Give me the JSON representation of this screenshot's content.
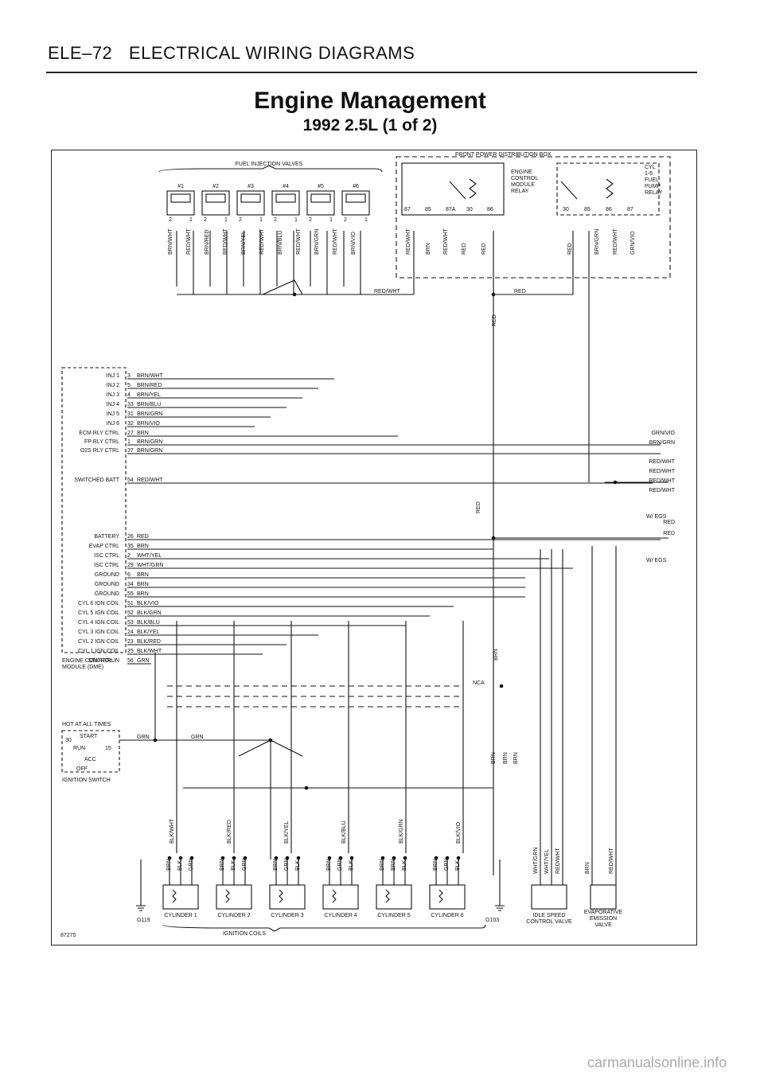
{
  "header": {
    "code": "ELE–72",
    "section": "ELECTRICAL WIRING DIAGRAMS"
  },
  "title": {
    "main": "Engine Management",
    "sub": "1992 2.5L (1 of 2)"
  },
  "figure_id": "87275",
  "watermark": "carmanualsonline.info",
  "labels": {
    "front_box": "FRONT POWER DISTRIBUTION BOX",
    "fuel_valves": "FUEL INJECTION VALVES",
    "ecm_relay": [
      "ENGINE",
      "CONTROL",
      "MODULE",
      "RELAY"
    ],
    "fuel_relay": [
      "CYL",
      "1-6",
      "FUEL",
      "PUMP",
      "RELAY"
    ],
    "injectors": [
      "#1",
      "#2",
      "#3",
      "#4",
      "#5",
      "#6"
    ],
    "ecm_module": [
      "ENGINE CONTROL",
      "MODULE (DME)"
    ],
    "ign_switch": [
      "HOT AT ALL TIMES",
      "IGNITION SWITCH"
    ],
    "switch_pos": [
      "30",
      "START",
      "RUN",
      "15",
      "ACC",
      "OFF"
    ],
    "ignition_coils": "IGNITION COILS",
    "cylinders": [
      "CYLINDER 1",
      "CYLINDER 2",
      "CYLINDER 3",
      "CYLINDER 4",
      "CYLINDER 5",
      "CYLINDER 6"
    ],
    "grounds": [
      "G119",
      "G103"
    ],
    "idle_valve": [
      "IDLE SPEED",
      "CONTROL VALVE"
    ],
    "evap_valve": [
      "EVAPORATIVE",
      "EMISSION",
      "VALVE"
    ],
    "w_egs": "W/ EGS",
    "nca": "NCA"
  },
  "ecm_pins": [
    {
      "name": "INJ 1",
      "pin": "3",
      "wire": "BRN/WHT"
    },
    {
      "name": "INJ 2",
      "pin": "5",
      "wire": "BRN/RED"
    },
    {
      "name": "INJ 3",
      "pin": "4",
      "wire": "BRN/YEL"
    },
    {
      "name": "INJ 4",
      "pin": "33",
      "wire": "BRN/BLU"
    },
    {
      "name": "INJ 5",
      "pin": "31",
      "wire": "BRN/GRN"
    },
    {
      "name": "INJ 6",
      "pin": "32",
      "wire": "BRN/VIO"
    },
    {
      "name": "ECM RLY CTRL",
      "pin": "27",
      "wire": "BRN"
    },
    {
      "name": "FP RLY CTRL",
      "pin": "1",
      "wire": "BRN/GRN"
    },
    {
      "name": "O2S RLY CTRL",
      "pin": "37",
      "wire": "BRN/GRN"
    },
    {
      "name": "SWITCHED BATT",
      "pin": "54",
      "wire": "RED/WHT"
    },
    {
      "name": "BATTERY",
      "pin": "26",
      "wire": "RED"
    },
    {
      "name": "EVAP CTRL",
      "pin": "35",
      "wire": "BRN"
    },
    {
      "name": "ISC CTRL",
      "pin": "2",
      "wire": "WHT/YEL"
    },
    {
      "name": "ISC CTRL",
      "pin": "29",
      "wire": "WHT/GRN"
    },
    {
      "name": "GROUND",
      "pin": "6",
      "wire": "BRN"
    },
    {
      "name": "GROUND",
      "pin": "34",
      "wire": "BRN"
    },
    {
      "name": "GROUND",
      "pin": "55",
      "wire": "BRN"
    },
    {
      "name": "CYL 6 IGN COIL",
      "pin": "51",
      "wire": "BLK/VIO"
    },
    {
      "name": "CYL 5 IGN COIL",
      "pin": "52",
      "wire": "BLK/GRN"
    },
    {
      "name": "CYL 4 IGN COIL",
      "pin": "53",
      "wire": "BLK/BLU"
    },
    {
      "name": "CYL 3 IGN COIL",
      "pin": "24",
      "wire": "BLK/YEL"
    },
    {
      "name": "CYL 2 IGN COIL",
      "pin": "23",
      "wire": "BLK/RED"
    },
    {
      "name": "CYL 1 IGN COIL",
      "pin": "25",
      "wire": "BLK/WHT"
    },
    {
      "name": "START/RUN",
      "pin": "56",
      "wire": "GRN"
    }
  ],
  "right_wires": [
    "GRN/VIO",
    "BRN/GRN",
    "RED/WHT",
    "RED/WHT",
    "RED/WHT",
    "RED/WHT",
    "RED",
    "RED"
  ],
  "bus_labels": [
    "RED/WHT",
    "RED",
    "RED",
    "RED",
    "BRN",
    "BRN",
    "BRN",
    "BRN",
    "GRN",
    "GRN"
  ],
  "inj_wires": [
    "BRN/WHT",
    "RED/WHT",
    "BRN/RED",
    "RED/WHT",
    "BRN/YEL",
    "RED/WHT",
    "BRN/BLU",
    "RED/WHT",
    "BRN/GRN",
    "RED/WHT",
    "BRN/VIO"
  ],
  "relay_wires": [
    "RED/WHT",
    "BRN",
    "RED/WHT",
    "RED",
    "RED",
    "RED",
    "BRN/GRN",
    "RED/WHT",
    "GRN/VIO"
  ],
  "relay_pins_a": [
    "87",
    "85",
    "87A",
    "30",
    "86"
  ],
  "relay_pins_b": [
    "30",
    "85",
    "86",
    "87"
  ],
  "coil_wires": [
    "BLK/WHT",
    "BLK/RED",
    "BLK/YEL",
    "BLK/BLU",
    "BLK/GRN",
    "BLK/VIO"
  ],
  "coil_low": [
    "BRN",
    "BLK",
    "GRN",
    "BRN",
    "BLK",
    "GRN",
    "BRN",
    "GRN",
    "BLK",
    "BRN",
    "GRN",
    "BLK",
    "BRN",
    "BRN",
    "BLK",
    "BRN",
    "GRN",
    "BLK"
  ],
  "isc_wires": [
    "WHT/GRN",
    "WHT/YEL",
    "RED/WHT"
  ],
  "evap_wires": [
    "BRN",
    "RED/WHT"
  ]
}
